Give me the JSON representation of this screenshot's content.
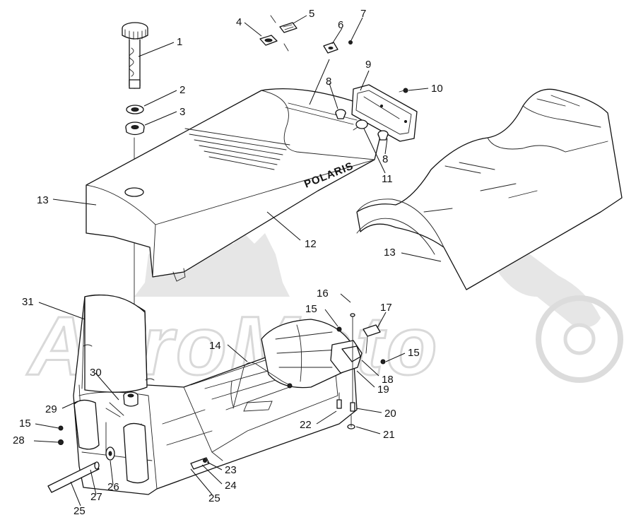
{
  "brand_mark": "POLARIS",
  "watermark": "AeroMoto",
  "callouts": [
    {
      "id": "c1",
      "label": "1"
    },
    {
      "id": "c2",
      "label": "2"
    },
    {
      "id": "c3",
      "label": "3"
    },
    {
      "id": "c4",
      "label": "4"
    },
    {
      "id": "c5",
      "label": "5"
    },
    {
      "id": "c6",
      "label": "6"
    },
    {
      "id": "c7",
      "label": "7"
    },
    {
      "id": "c8a",
      "label": "8"
    },
    {
      "id": "c8b",
      "label": "8"
    },
    {
      "id": "c9",
      "label": "9"
    },
    {
      "id": "c10",
      "label": "10"
    },
    {
      "id": "c11",
      "label": "11"
    },
    {
      "id": "c12",
      "label": "12"
    },
    {
      "id": "c13a",
      "label": "13"
    },
    {
      "id": "c13b",
      "label": "13"
    },
    {
      "id": "c14",
      "label": "14"
    },
    {
      "id": "c15a",
      "label": "15"
    },
    {
      "id": "c15b",
      "label": "15"
    },
    {
      "id": "c15c",
      "label": "15"
    },
    {
      "id": "c16",
      "label": "16"
    },
    {
      "id": "c17",
      "label": "17"
    },
    {
      "id": "c18",
      "label": "18"
    },
    {
      "id": "c19",
      "label": "19"
    },
    {
      "id": "c20",
      "label": "20"
    },
    {
      "id": "c21",
      "label": "21"
    },
    {
      "id": "c22",
      "label": "22"
    },
    {
      "id": "c23",
      "label": "23"
    },
    {
      "id": "c24",
      "label": "24"
    },
    {
      "id": "c25a",
      "label": "25"
    },
    {
      "id": "c25b",
      "label": "25"
    },
    {
      "id": "c26",
      "label": "26"
    },
    {
      "id": "c27",
      "label": "27"
    },
    {
      "id": "c28",
      "label": "28"
    },
    {
      "id": "c29",
      "label": "29"
    },
    {
      "id": "c30",
      "label": "30"
    },
    {
      "id": "c31",
      "label": "31"
    }
  ]
}
